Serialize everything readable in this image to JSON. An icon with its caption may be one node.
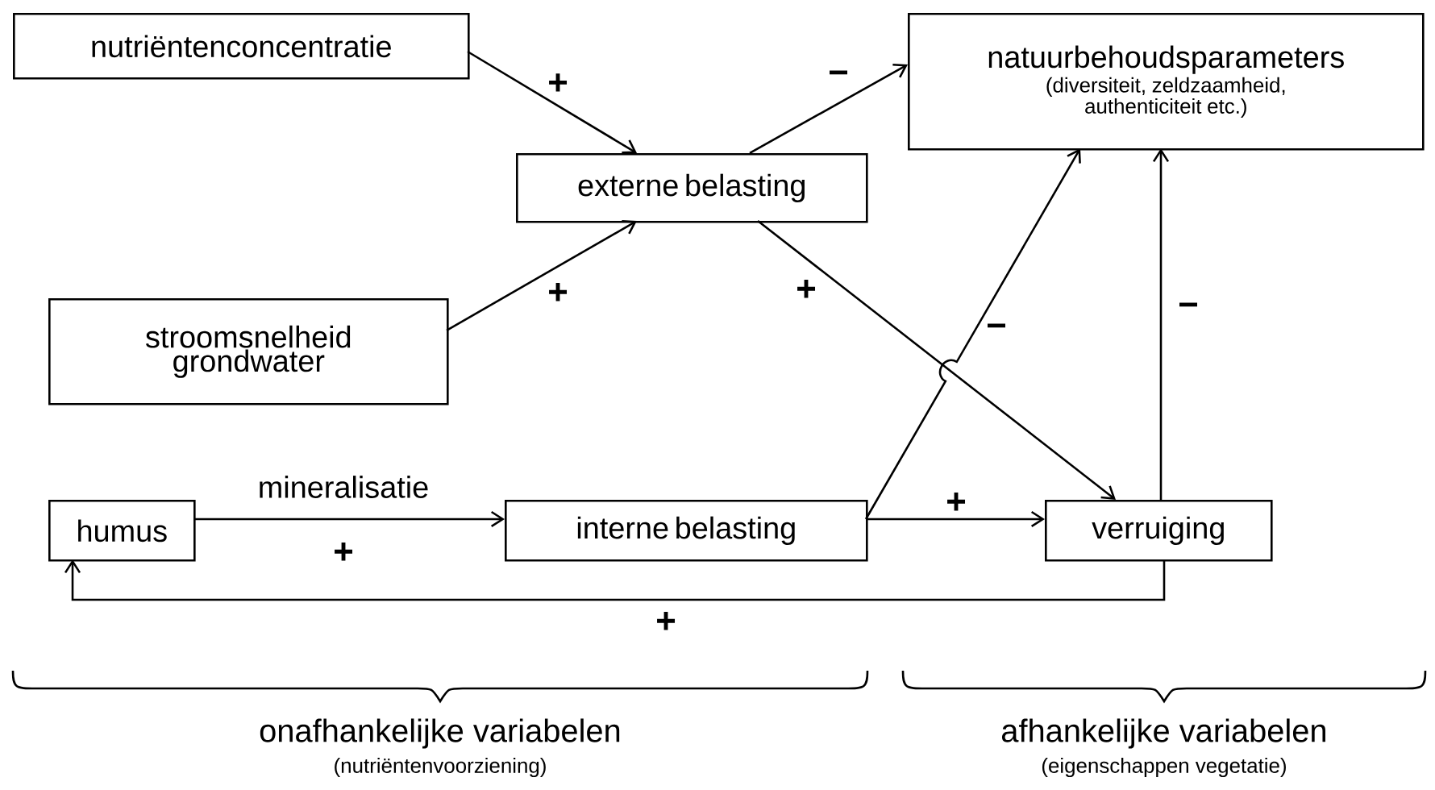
{
  "diagram": {
    "nodes": [
      {
        "text": [
          "nutriëntenconcentratie"
        ]
      },
      {
        "text": [
          "natuurbehoudsparameters",
          "(diversiteit, zeldzaamheid, authenticiteit etc.)"
        ]
      },
      {
        "text": [
          "externe belasting"
        ]
      },
      {
        "text": [
          "stroomsnelheid grondwater"
        ]
      },
      {
        "text": [
          "humus"
        ]
      },
      {
        "text": [
          "interne belasting"
        ]
      },
      {
        "text": [
          "verruiging"
        ]
      }
    ],
    "edges": [
      {
        "from": 0,
        "to": 2,
        "arrow": "to",
        "label": "+"
      },
      {
        "from": 3,
        "to": 2,
        "arrow": "to",
        "label": "+"
      },
      {
        "from": 2,
        "to": 1,
        "arrow": "to",
        "label": "−"
      },
      {
        "from": 2,
        "to": 6,
        "arrow": "to",
        "label": "+"
      },
      {
        "from": 5,
        "to": 1,
        "arrow": "to",
        "label": "−"
      },
      {
        "from": 6,
        "to": 1,
        "arrow": "to",
        "label": "−"
      },
      {
        "from": 4,
        "to": 5,
        "arrow": "to",
        "label": "+"
      },
      {
        "from": 5,
        "to": 6,
        "arrow": "to",
        "label": "+"
      },
      {
        "from": 6,
        "to": 4,
        "arrow": "to",
        "label": "+"
      }
    ],
    "labels": [
      "mineralisatie",
      "onafhankelijke variabelen",
      "(nutriëntenvoorziening)",
      "afhankelijke variabelen",
      "(eigenschappen vegetatie)"
    ]
  }
}
